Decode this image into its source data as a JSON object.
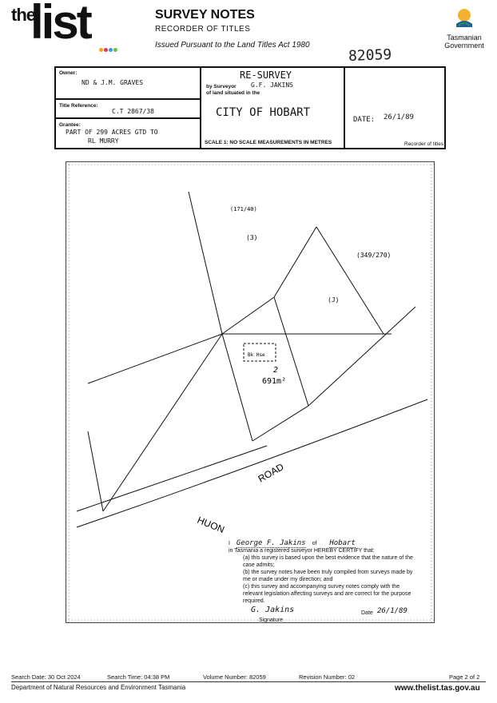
{
  "header": {
    "logo_the": "the",
    "logo_list": "list",
    "title": "SURVEY NOTES",
    "subtitle": "RECORDER OF TITLES",
    "act": "Issued Pursuant to the Land Titles Act 1980",
    "gov_line1": "Tasmanian",
    "gov_line2": "Government",
    "volume_handwritten": "82059",
    "colors": {
      "accent_dots": [
        "#f4a522",
        "#e2384d",
        "#3b9ad9",
        "#6cc04a"
      ]
    }
  },
  "form": {
    "owner_label": "Owner:",
    "owner_value": "ND & J.M. GRAVES",
    "title_ref_label": "Title Reference:",
    "title_ref_value": "C.T 2867/38",
    "grantee_label": "Grantee:",
    "grantee_line1": "PART OF 299 ACRES GTD TO",
    "grantee_line2": "RL MURRY",
    "survey_type": "RE-SURVEY",
    "by_surveyor_label": "by Surveyor",
    "surveyor_name": "G.F. JAKINS",
    "land_situated_label": "of land situated in the",
    "location": "CITY OF HOBART",
    "scale": "SCALE 1: NO SCALE MEASUREMENTS IN METRES",
    "date_label": "DATE:",
    "date_value": "26/1/89",
    "recorder_label": "Recorder of titles"
  },
  "plan": {
    "road_label_1": "HUON",
    "road_label_2": "ROAD",
    "lot_label": "2",
    "lot_area": "691m²",
    "lot_j": "(J)",
    "lot_3": "(3)",
    "ref_349": "(349/270)",
    "ref_top": "(171/40)",
    "bk_hse": "Bk Hse"
  },
  "certificate": {
    "intro_prefix": "I",
    "name": "George F. Jakins",
    "of_label": "of",
    "place": "Hobart",
    "line2": "in Tasmania a registered surveyor HEREBY CERTIFY that:",
    "a": "(a) this survey is based upon the best evidence that the nature of the case admits;",
    "b": "(b) the survey notes have been truly compiled from surveys made by me or made under my direction; and",
    "c": "(c) this survey and accompanying survey notes comply with the relevant legislation affecting surveys and are correct for the purpose required.",
    "signature": "G. Jakins",
    "signature_label": "Signature",
    "date_label": "Date",
    "date_value": "26/1/89"
  },
  "footer": {
    "search_date": "Search Date: 30 Oct 2024",
    "search_time": "Search Time: 04:38 PM",
    "volume_number": "Volume Number: 82059",
    "revision_number": "Revision Number: 02",
    "page": "Page 2 of 2",
    "dept": "Department of Natural Resources and Environment Tasmania",
    "url": "www.thelist.tas.gov.au"
  }
}
